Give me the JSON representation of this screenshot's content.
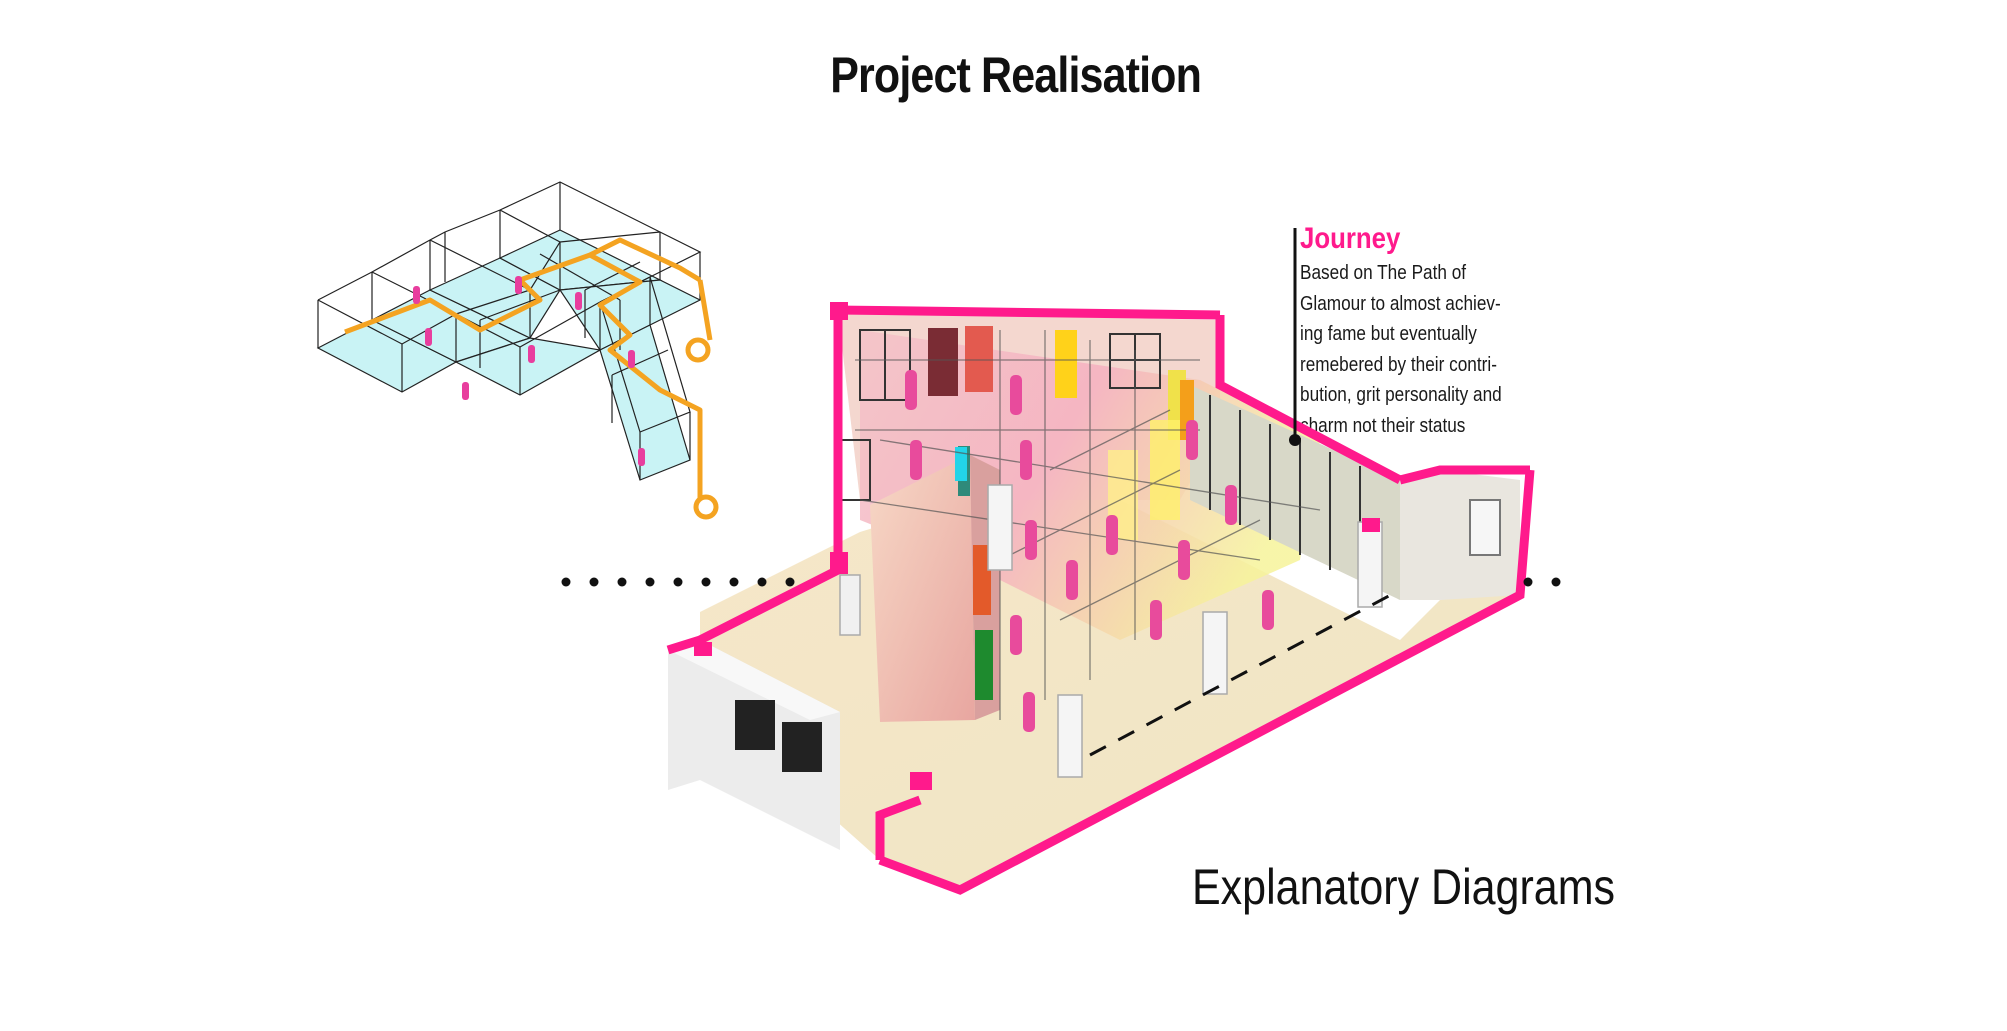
{
  "title": "Project Realisation",
  "subtitle": "Explanatory Diagrams",
  "annotation": {
    "heading": "Journey",
    "lines": [
      "Based on The Path of",
      "Glamour to almost achiev-",
      "ing fame but eventually",
      "remebered by their contri-",
      "bution, grit personality and",
      "charm not their status"
    ]
  },
  "colors": {
    "accent": "#ff1a8c",
    "path": "#f4a321",
    "floor_key_plan": "#c9f3f5",
    "floor_main": "#f2e6c4"
  }
}
